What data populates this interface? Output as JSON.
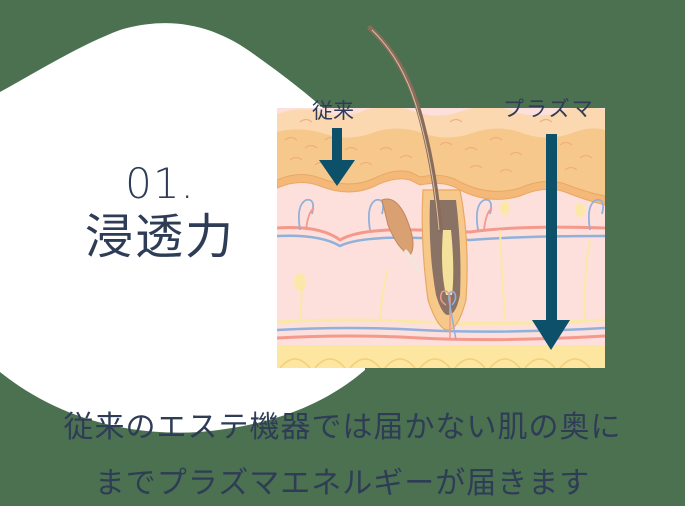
{
  "section": {
    "number": "01.",
    "title": "浸透力"
  },
  "diagram": {
    "label_conventional": "従来",
    "label_plasma": "プラズマ",
    "arrow_color": "#0c5069",
    "background_color": "#4b7150"
  },
  "caption": {
    "line1": "従来のエステ機器では届かない肌の奥に",
    "line2": "までプラズマエネルギーが届きます"
  }
}
